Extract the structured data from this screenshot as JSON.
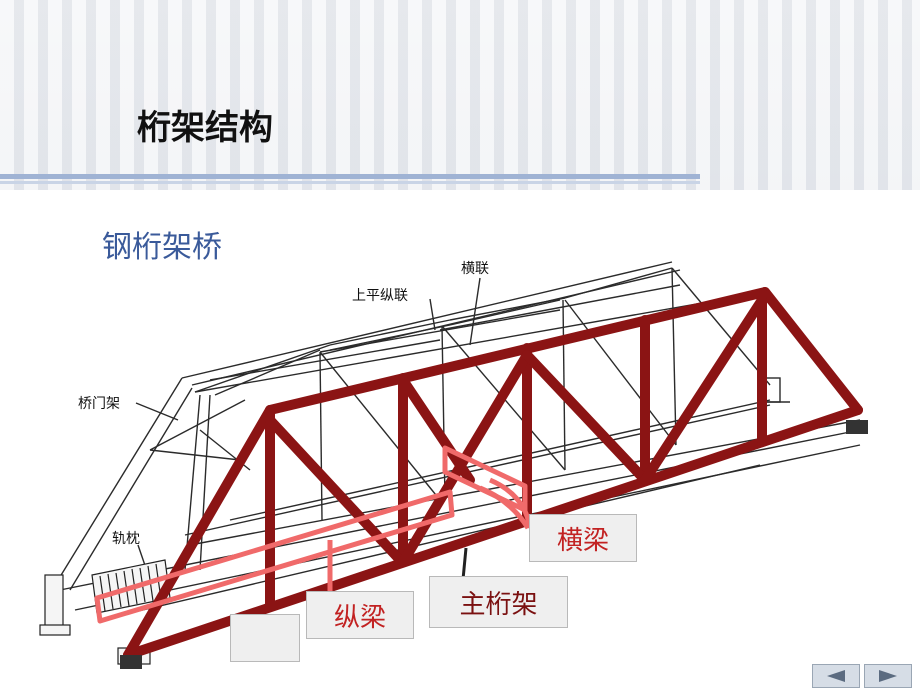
{
  "slide": {
    "title": "桁架结构",
    "subtitle": "钢桁架桥"
  },
  "diagram_labels": {
    "cross_bracing": "横联",
    "upper_lateral_bracing": "上平纵联",
    "portal_frame": "桥门架",
    "sleeper": "轨枕"
  },
  "callouts": {
    "floor_beam": "横梁",
    "stringer": "纵梁",
    "main_truss": "主桁架",
    "blank": ""
  },
  "colors": {
    "main_truss": "#8b1414",
    "highlight": "#f06a6a",
    "label_red": "#c22222",
    "label_dark": "#7a1010",
    "subtitle": "#3a5a9a"
  },
  "nav": {
    "prev_icon": "triangle-left-icon",
    "next_icon": "triangle-right-icon"
  }
}
